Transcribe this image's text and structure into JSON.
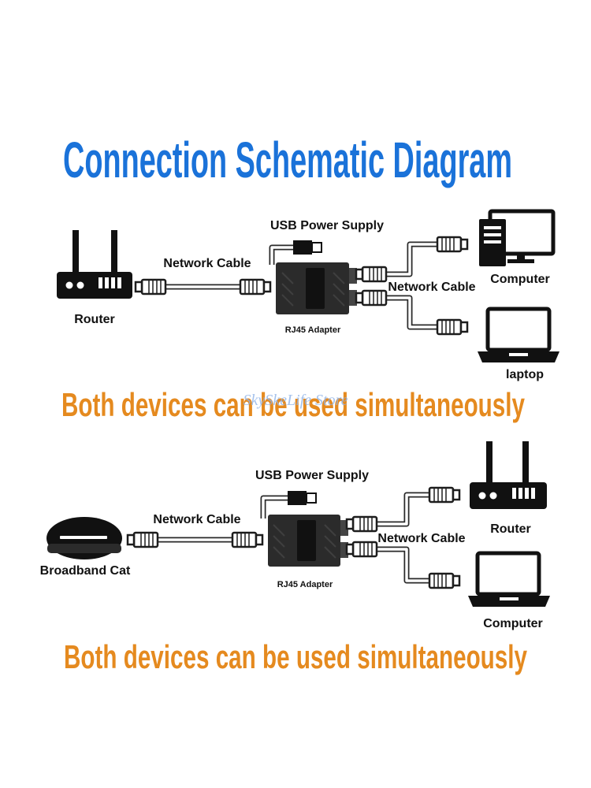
{
  "title": "Connection Schematic Diagram",
  "watermark": "SkySkeLife Store",
  "colors": {
    "title": "#1a72d9",
    "tagline": "#e58a1f",
    "device": "#111111",
    "background": "#ffffff"
  },
  "panels": [
    {
      "usb_label": "USB Power Supply",
      "source_cable_label": "Network Cable",
      "split_cable_label": "Network Cable",
      "adapter_label": "RJ45 Adapter",
      "source_device": {
        "label": "Router",
        "icon": "router-icon"
      },
      "target_top": {
        "label": "Computer",
        "icon": "desktop-computer-icon"
      },
      "target_bottom": {
        "label": "laptop",
        "icon": "laptop-icon"
      },
      "tagline": "Both devices can be used simultaneously"
    },
    {
      "usb_label": "USB Power Supply",
      "source_cable_label": "Network Cable",
      "split_cable_label": "Network Cable",
      "adapter_label": "RJ45 Adapter",
      "source_device": {
        "label": "Broadband Cat",
        "icon": "modem-icon"
      },
      "target_top": {
        "label": "Router",
        "icon": "router-icon"
      },
      "target_bottom": {
        "label": "Computer",
        "icon": "laptop-icon"
      },
      "tagline": "Both devices can be used simultaneously"
    }
  ]
}
